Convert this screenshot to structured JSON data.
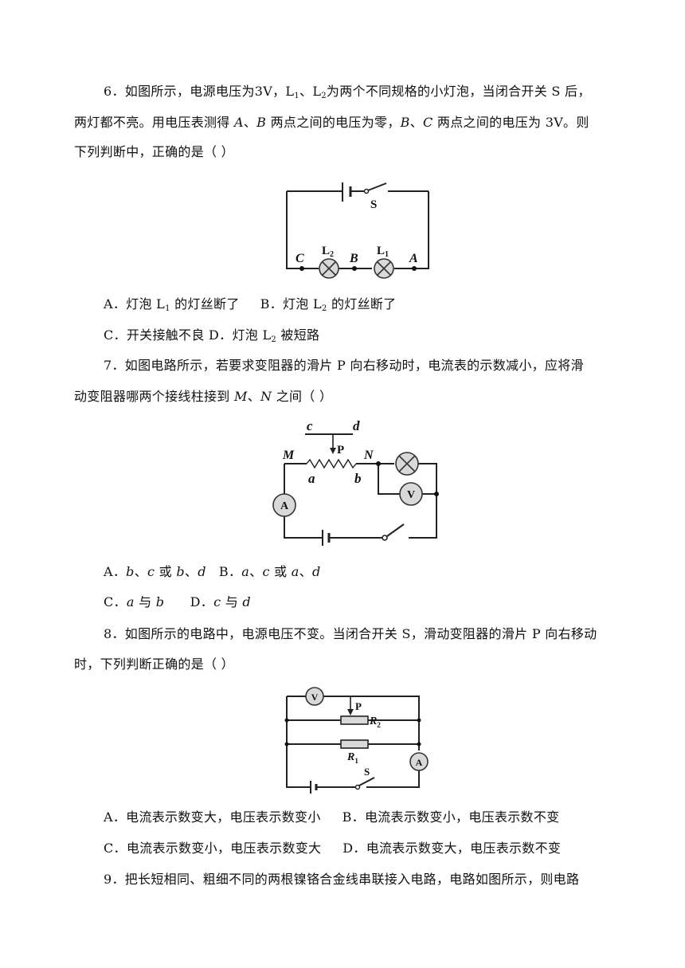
{
  "q6": {
    "line1": "6．如图所示，电源电压为3V，L",
    "line1_s1": "1",
    "line1_b": "、L",
    "line1_s2": "2",
    "line1_c": "为两个不同规格的小灯泡，当闭合开关 S 后，",
    "line2_a": "两灯都不亮。用电压表测得 ",
    "line2_A": "A",
    "line2_b": "、",
    "line2_B": "B",
    "line2_c": " 两点之间的电压为零，",
    "line2_B2": "B",
    "line2_d": "、",
    "line2_C": "C",
    "line2_e": " 两点之间的电压为 3V。则",
    "line3": "下列判断中，正确的是（     ）",
    "figure": {
      "label_S": "S",
      "label_C": "C",
      "label_B": "B",
      "label_A": "A",
      "label_L2": "L",
      "label_L2_sub": "2",
      "label_L1": "L",
      "label_L1_sub": "1"
    },
    "optA_a": "A．灯泡 L",
    "optA_sub": "1",
    "optA_b": " 的灯丝断了",
    "optB_a": "B．灯泡 L",
    "optB_sub": "2",
    "optB_b": " 的灯丝断了",
    "optCD_a": "C．开关接触不良 D．灯泡 L",
    "optCD_sub": "2",
    "optCD_b": " 被短路"
  },
  "q7": {
    "line1": "7．如图电路所示，若要求变阻器的滑片 P 向右移动时，电流表的示数减小，应将滑",
    "line2_a": "动变阻器哪两个接线柱接到 ",
    "line2_M": "M",
    "line2_b": "、",
    "line2_N": "N",
    "line2_c": " 之间（     ）",
    "figure": {
      "label_c": "c",
      "label_d": "d",
      "label_P": "P",
      "label_M": "M",
      "label_N": "N",
      "label_a": "a",
      "label_b": "b",
      "label_A": "A",
      "label_V": "V"
    },
    "optAB": [
      {
        "t": "A．",
        "i": false
      },
      {
        "t": "b",
        "i": true
      },
      {
        "t": "、",
        "i": false
      },
      {
        "t": "c",
        "i": true
      },
      {
        "t": " 或 ",
        "i": false
      },
      {
        "t": "b",
        "i": true
      },
      {
        "t": "、",
        "i": false
      },
      {
        "t": "d",
        "i": true
      },
      {
        "t": "   B．",
        "i": false
      },
      {
        "t": "a",
        "i": true
      },
      {
        "t": "、",
        "i": false
      },
      {
        "t": "c",
        "i": true
      },
      {
        "t": " 或 ",
        "i": false
      },
      {
        "t": "a",
        "i": true
      },
      {
        "t": "、",
        "i": false
      },
      {
        "t": "d",
        "i": true
      }
    ],
    "optCD": [
      {
        "t": "C．",
        "i": false
      },
      {
        "t": "a",
        "i": true
      },
      {
        "t": " 与 ",
        "i": false
      },
      {
        "t": "b",
        "i": true
      },
      {
        "t": "      D．",
        "i": false
      },
      {
        "t": "c",
        "i": true
      },
      {
        "t": " 与 ",
        "i": false
      },
      {
        "t": "d",
        "i": true
      }
    ]
  },
  "q8": {
    "line1": "8．如图所示的电路中，电源电压不变。当闭合开关 S，滑动变阻器的滑片 P 向右移动",
    "line2": "时，下列判断正确的是（     ）",
    "figure": {
      "label_V": "V",
      "label_P": "P",
      "label_R2": "R",
      "label_R2_sub": "2",
      "label_R1": "R",
      "label_R1_sub": "1",
      "label_S": "S",
      "label_A": "A"
    },
    "optAB": "A．电流表示数变大，电压表示数变小     B．电流表示数变小，电压表示数不变",
    "optCD": "C．电流表示数变小，电压表示数变大     D．电流表示数变大，电压表示数不变"
  },
  "q9": {
    "line1": "9．把长短相同、粗细不同的两根镍铬合金线串联接入电路，电路如图所示，则电路"
  }
}
